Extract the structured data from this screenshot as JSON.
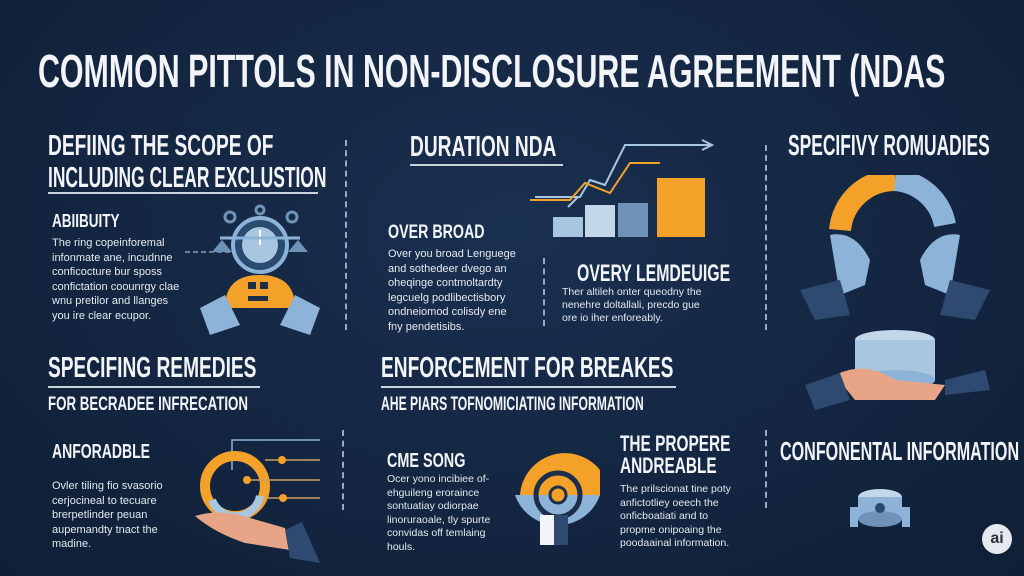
{
  "title": "COMMON PITTOLS IN NON-DISCLOSURE AGREEMENT (NDAS",
  "sections": {
    "scope": {
      "heading1": "DEFIING THE SCOPE OF",
      "heading2": "INCLUDING CLEAR EXCLUSTION",
      "sub": "ABIIBUITY",
      "lines": [
        "The ring copeinforemal",
        "infonmate ane, incudnne",
        "conficocture bur sposs",
        "confictation coounrgy clae",
        "wnu pretilor and llanges",
        "you ire clear ecupor."
      ]
    },
    "duration": {
      "heading": "DURATION NDA",
      "sub": "OVER BROAD",
      "lines": [
        "Over you broad Lenguege",
        "and sothedeer dvego an",
        "oheqinge contmoltardty",
        "legcuelg podlibectisbory",
        "ondneiomod colisdy ene",
        "fny pendetisibs."
      ],
      "sub2": "OVERY LEMDEUIGE",
      "lines2": [
        "Ther altileh onter queodny the",
        "nenehre doltallali, precdo gue",
        "ore io iher enforeably."
      ]
    },
    "remedies_right": {
      "heading": "SPECIFIVY ROMUADIES",
      "label": "CONFONENTAL INFORMATION"
    },
    "remedies": {
      "heading": "SPECIFING REMEDIES",
      "subheading": "FOR BECRADEE INFRECATION",
      "sub": "ANFORADBLE",
      "lines": [
        "Ovler tiling fio svasorio",
        "cerjocineal to tecuare",
        "brerpetlinder peuan",
        "aupemandty tnact the",
        "madine."
      ]
    },
    "enforcement": {
      "heading": "ENFORCEMENT FOR BREAKES",
      "subheading": "AHE PIARS TOFNOMICIATING INFORMATION",
      "sub": "CME SONG",
      "lines": [
        "Ocer yono incibiee of-",
        "ehguileng eroraince",
        "sontuatiay odiorpae",
        "linoruraoale, tly spurte",
        "convidas off temlaing",
        "houls."
      ],
      "sub2a": "THE PROPERE",
      "sub2b": "ANDREABLE",
      "lines2": [
        "The prilscionat tine poty",
        "anfictotliey oeech the",
        "onficboatiati and to",
        "propme onipoaing the",
        "poodaainal information."
      ]
    }
  },
  "badge": "ai",
  "colors": {
    "bg": "#142741",
    "orange": "#f4a12a",
    "blue": "#8db4d8"
  }
}
